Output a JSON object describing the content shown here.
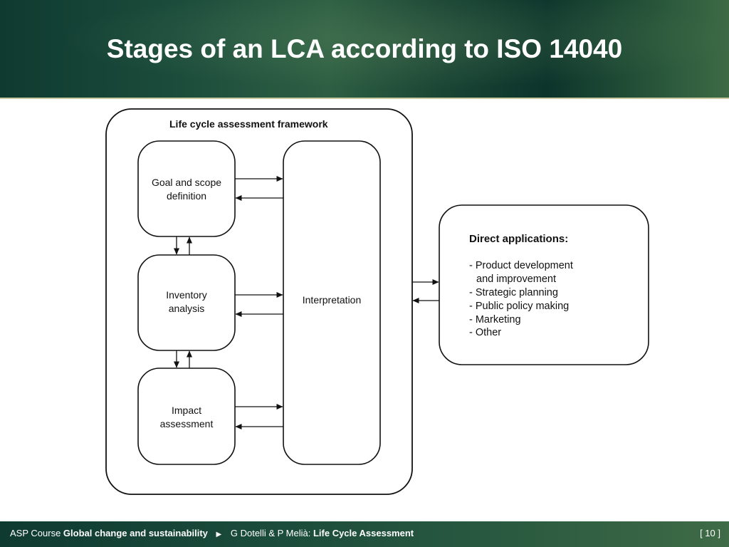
{
  "slide": {
    "title": "Stages of an LCA according to ISO 14040"
  },
  "diagram": {
    "framework_label": "Life cycle assessment framework",
    "goal_line1": "Goal and scope",
    "goal_line2": "definition",
    "inventory_line1": "Inventory",
    "inventory_line2": "analysis",
    "impact_line1": "Impact",
    "impact_line2": "assessment",
    "interpretation": "Interpretation",
    "applications_title": "Direct applications:",
    "applications": [
      "- Product development",
      "and improvement",
      "- Strategic planning",
      "- Public policy making",
      "- Marketing",
      "- Other"
    ]
  },
  "footer": {
    "course_prefix": "ASP Course",
    "course_name": "Global change and sustainability",
    "separator_icon": "triangle-right-icon",
    "authors": "G Dotelli & P Melià:",
    "lecture": "Life Cycle Assessment",
    "page": "[ 10 ]"
  }
}
